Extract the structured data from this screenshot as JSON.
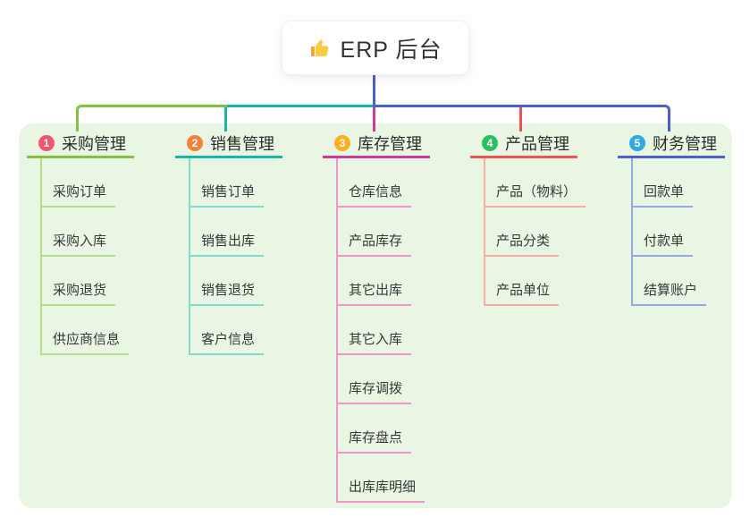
{
  "root": {
    "title": "ERP 后台",
    "icon": "thumbs-up-icon"
  },
  "branches": [
    {
      "index": "1",
      "label": "采购管理",
      "badge_color": "#f2566c",
      "line_color": "#87c040",
      "child_line_color": "#b6db8d",
      "children": [
        "采购订单",
        "采购入库",
        "采购退货",
        "供应商信息"
      ]
    },
    {
      "index": "2",
      "label": "销售管理",
      "badge_color": "#f5823c",
      "line_color": "#15b5ab",
      "child_line_color": "#83d9cf",
      "children": [
        "销售订单",
        "销售出库",
        "销售退货",
        "客户信息"
      ]
    },
    {
      "index": "3",
      "label": "库存管理",
      "badge_color": "#fbb024",
      "line_color": "#cf3a9e",
      "child_line_color": "#f293c9",
      "children": [
        "仓库信息",
        "产品库存",
        "其它出库",
        "其它入库",
        "库存调拨",
        "库存盘点",
        "出库库明细"
      ]
    },
    {
      "index": "4",
      "label": "产品管理",
      "badge_color": "#2bbf5f",
      "line_color": "#f05353",
      "child_line_color": "#f8ada7",
      "children": [
        "产品（物料）",
        "产品分类",
        "产品单位"
      ]
    },
    {
      "index": "5",
      "label": "财务管理",
      "badge_color": "#2fa9e0",
      "line_color": "#4a5fd0",
      "child_line_color": "#97a8e6",
      "children": [
        "回款单",
        "付款单",
        "结算账户"
      ]
    }
  ],
  "colors": {
    "panel_background": "#e9f6e4",
    "root_line": "#4a5fd0",
    "thumb_icon": "#ffc83d"
  }
}
